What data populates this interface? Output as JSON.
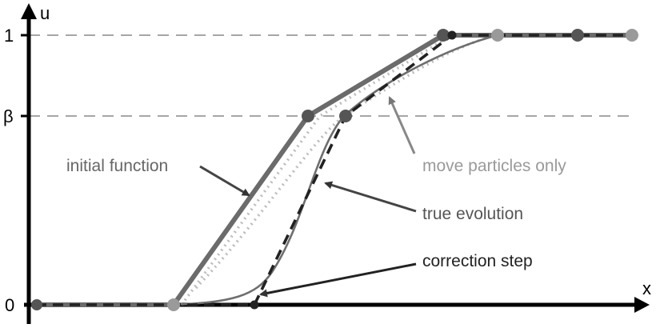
{
  "axes": {
    "x_label": "x",
    "y_label": "u",
    "y_ticks": [
      "1",
      "β",
      "0"
    ]
  },
  "annotations": {
    "initial": "initial function",
    "move": "move particles only",
    "true_evo": "true evolution",
    "correction": "correction step"
  },
  "colors": {
    "initial": "#6e6e6e",
    "move": "#9a9a9a",
    "true_evo": "#6a6a6a",
    "correction": "#222222",
    "dash_guides": "#888888",
    "axes": "#000000"
  },
  "icons": [
    "arrow-icon"
  ]
}
